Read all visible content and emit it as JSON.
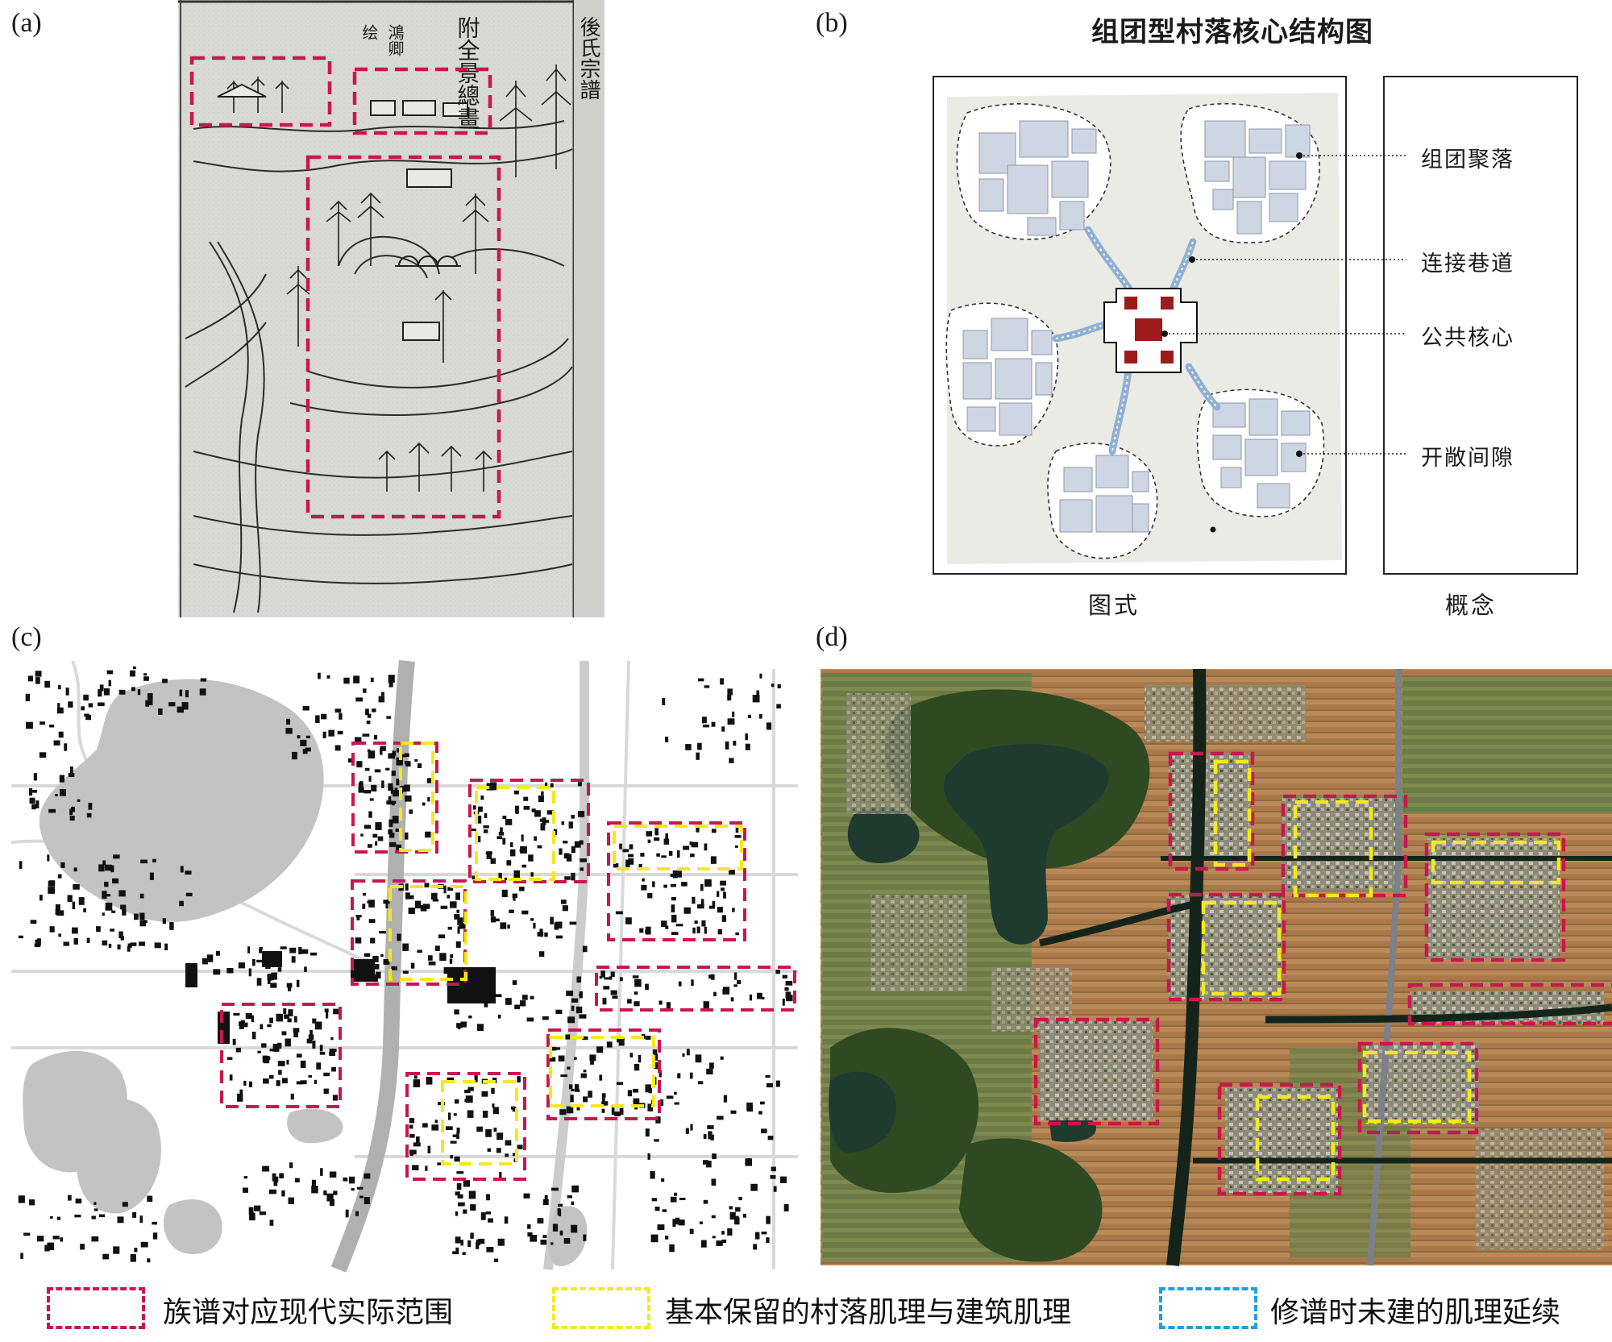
{
  "panels": {
    "a": {
      "label": "(a)",
      "woodblock_title": "附全景總畫",
      "artist": "鴻卿",
      "artist_suffix": "绘",
      "margin_text": "後氏宗譜"
    },
    "b": {
      "label": "(b)",
      "title": "组团型村落核心结构图",
      "concepts": [
        "组团聚落",
        "连接巷道",
        "公共核心",
        "开敞间隙"
      ],
      "footer_left": "图式",
      "footer_right": "概念"
    },
    "c": {
      "label": "(c)"
    },
    "d": {
      "label": "(d)"
    }
  },
  "legend": [
    {
      "text": "族谱对应现代实际范围",
      "color": "#c8174e"
    },
    {
      "text": "基本保留的村落肌理与建筑肌理",
      "color": "#f2ea1b"
    },
    {
      "text": "修谱时未建的肌理延续",
      "color": "#1f9ee0"
    }
  ],
  "colors": {
    "crimson": "#c8174e",
    "yellow": "#f2ea1b",
    "blue": "#1f9ee0",
    "core_red": "#9e1b1b",
    "block_blue": "#cfd6e3"
  },
  "icons": [
    "woodblock-illustration",
    "site-plan-map",
    "satellite-image"
  ]
}
